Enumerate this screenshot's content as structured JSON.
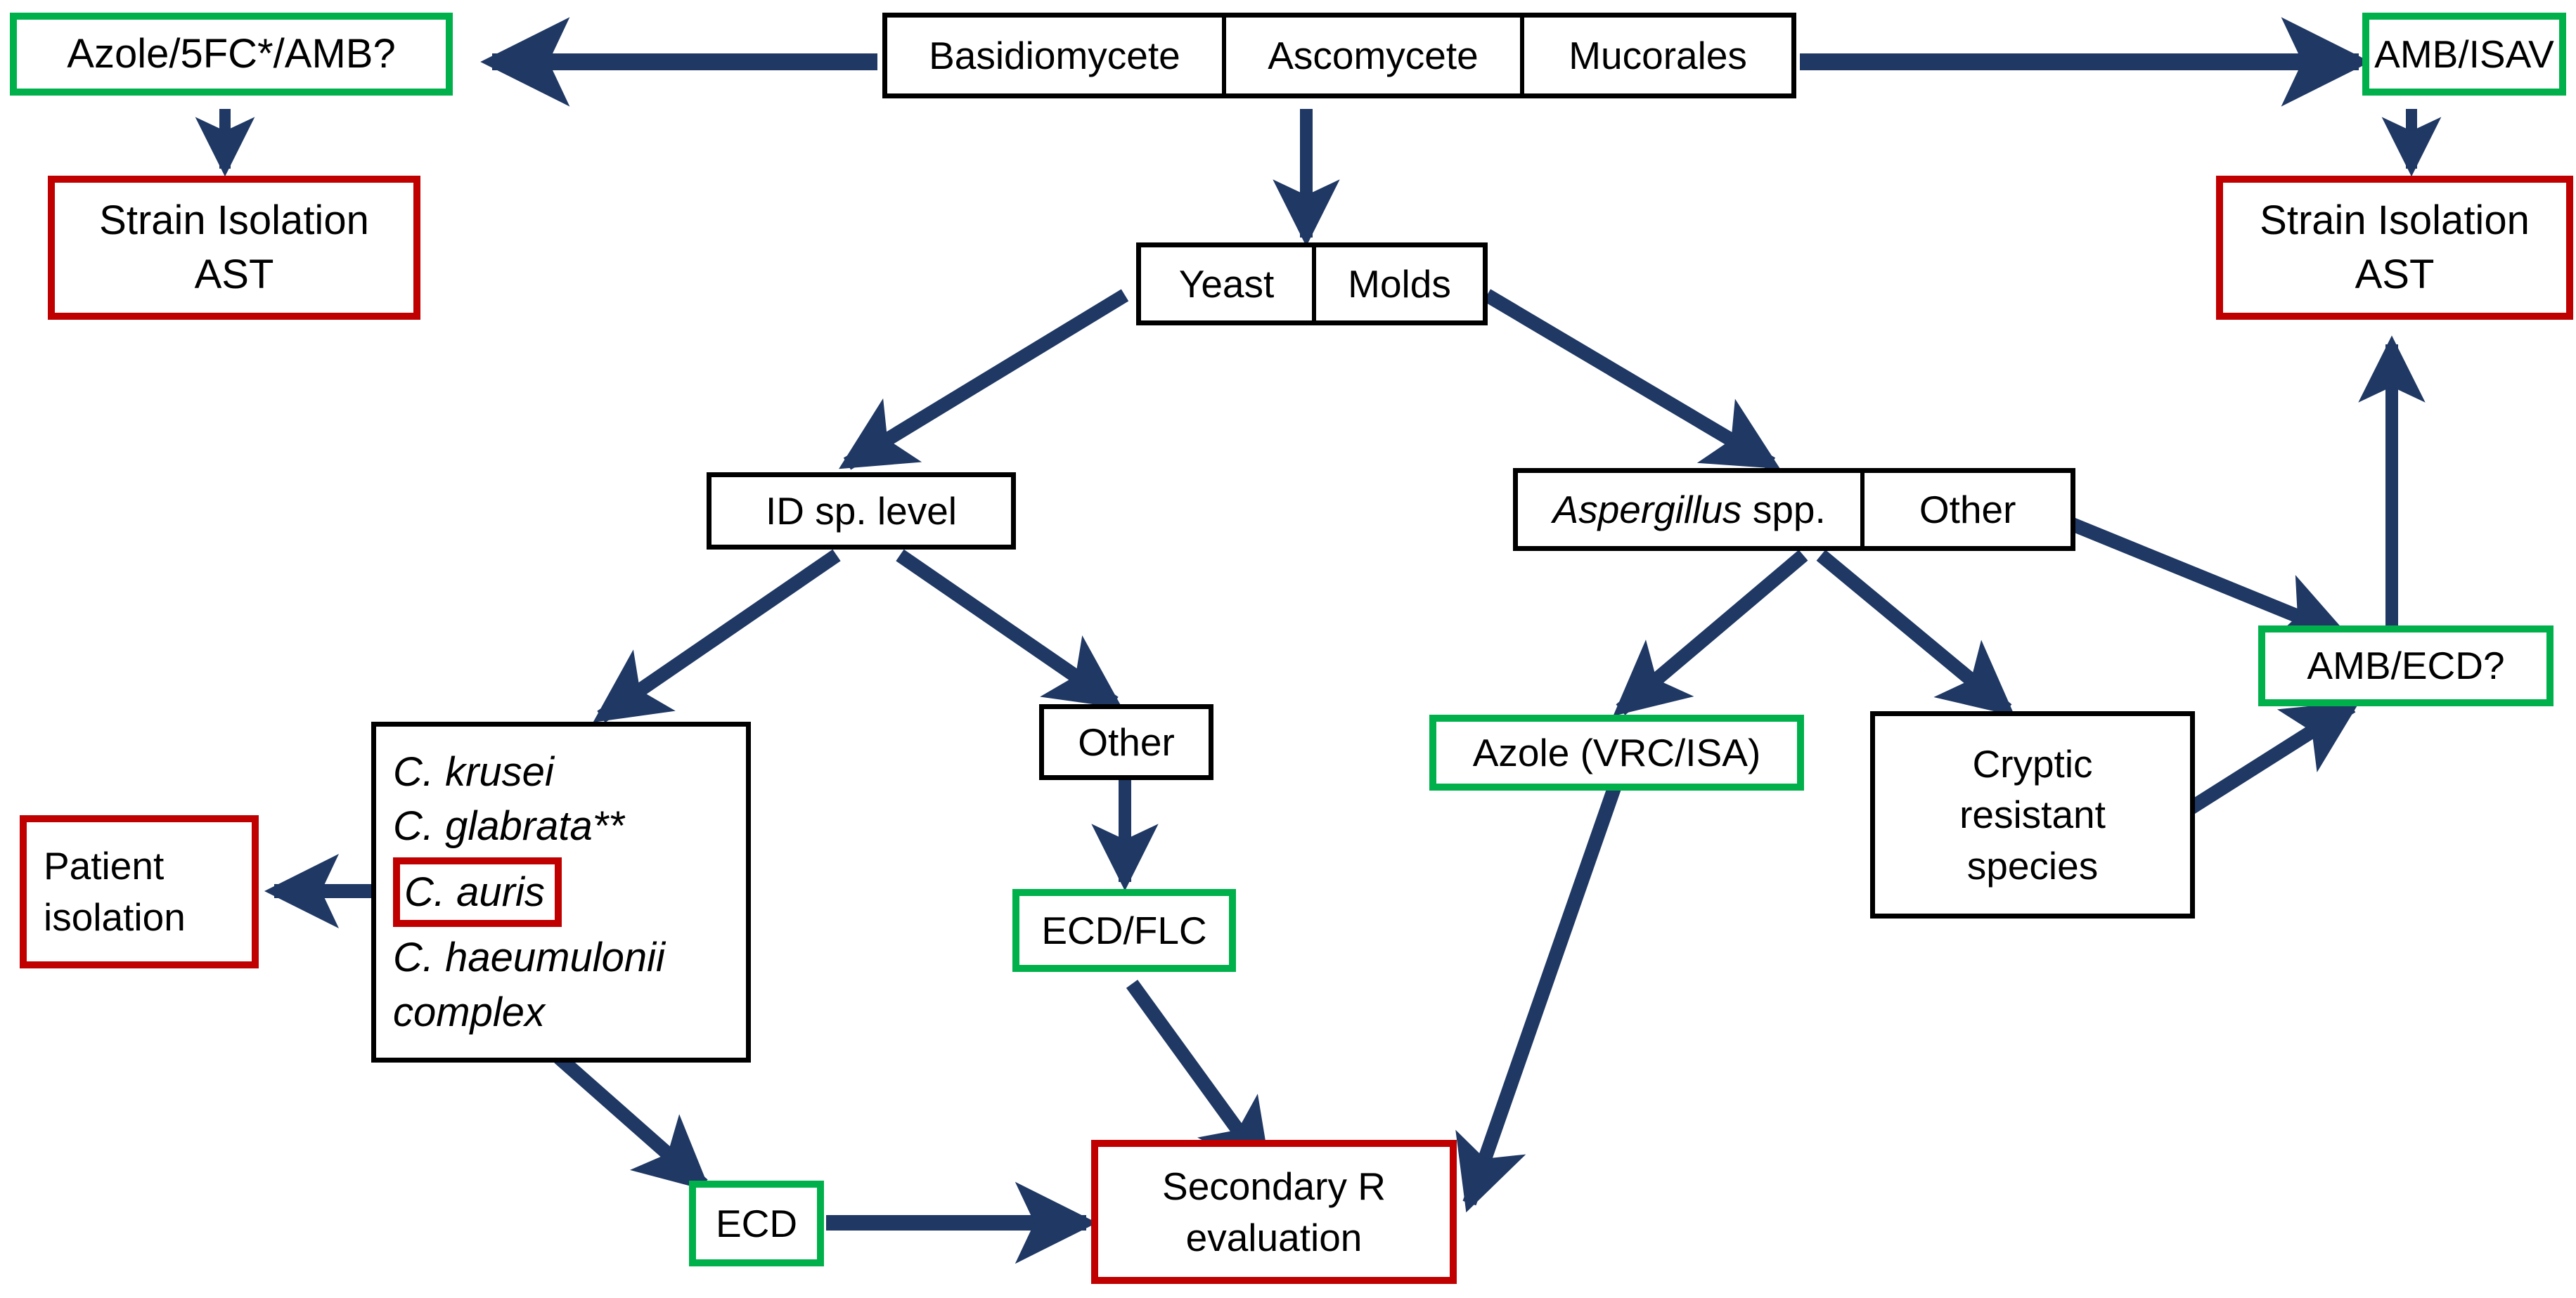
{
  "diagram": {
    "title": "Antifungal susceptibility testing decision flowchart",
    "colors": {
      "accent_green": "#00B14B",
      "accent_red": "#C00000",
      "arrow_navy": "#1F3864",
      "box_black": "#000000"
    }
  },
  "nodes": {
    "azole_5fc_amb": {
      "label": "Azole/5FC*/AMB?"
    },
    "strain_isolation_left": {
      "label": "Strain Isolation\nAST",
      "line1": "Strain Isolation",
      "line2": "AST"
    },
    "phylum_split": {
      "cells": [
        {
          "label": "Basidiomycete"
        },
        {
          "label": "Ascomycete"
        },
        {
          "label": "Mucorales"
        }
      ]
    },
    "amb_isav": {
      "label": "AMB/ISAV"
    },
    "strain_isolation_right": {
      "line1": "Strain Isolation",
      "line2": "AST"
    },
    "yeast_molds": {
      "cells": [
        {
          "label": "Yeast"
        },
        {
          "label": "Molds"
        }
      ]
    },
    "id_sp_level": {
      "label": "ID sp. level"
    },
    "aspergillus_split": {
      "cells": [
        {
          "label": "Aspergillus spp.",
          "italic_part": "Aspergillus",
          "roman_part": " spp."
        },
        {
          "label": "Other"
        }
      ]
    },
    "amb_ecd": {
      "label": "AMB/ECD?"
    },
    "candida_list": {
      "items": [
        {
          "label": "C. krusei",
          "highlight": false
        },
        {
          "label": "C. glabrata**",
          "highlight": false
        },
        {
          "label": "C. auris",
          "highlight": true
        },
        {
          "label": "C. haeumulonii",
          "highlight": false
        },
        {
          "label": "complex",
          "highlight": false
        }
      ]
    },
    "other_yeast": {
      "label": "Other"
    },
    "azole_vrc_isa": {
      "label": "Azole (VRC/ISA)"
    },
    "cryptic_resistant": {
      "line1": "Cryptic",
      "line2": "resistant",
      "line3": "species"
    },
    "patient_isolation": {
      "line1": "Patient",
      "line2": "isolation"
    },
    "ecd_flc": {
      "label": "ECD/FLC"
    },
    "ecd": {
      "label": "ECD"
    },
    "secondary_r": {
      "line1": "Secondary R",
      "line2": "evaluation"
    }
  },
  "edges": [
    {
      "from": "phylum_split.Basidiomycete",
      "to": "azole_5fc_amb"
    },
    {
      "from": "phylum_split.Mucorales",
      "to": "amb_isav"
    },
    {
      "from": "azole_5fc_amb",
      "to": "strain_isolation_left"
    },
    {
      "from": "amb_isav",
      "to": "strain_isolation_right"
    },
    {
      "from": "phylum_split.Ascomycete",
      "to": "yeast_molds"
    },
    {
      "from": "yeast_molds.Yeast",
      "to": "id_sp_level"
    },
    {
      "from": "yeast_molds.Molds",
      "to": "aspergillus_split"
    },
    {
      "from": "id_sp_level",
      "to": "candida_list"
    },
    {
      "from": "id_sp_level",
      "to": "other_yeast"
    },
    {
      "from": "aspergillus_split.Aspergillus",
      "to": "azole_vrc_isa"
    },
    {
      "from": "aspergillus_split.Aspergillus",
      "to": "cryptic_resistant"
    },
    {
      "from": "aspergillus_split.Other",
      "to": "amb_ecd"
    },
    {
      "from": "cryptic_resistant",
      "to": "amb_ecd"
    },
    {
      "from": "amb_ecd",
      "to": "strain_isolation_right"
    },
    {
      "from": "candida_list.C_auris",
      "to": "patient_isolation"
    },
    {
      "from": "candida_list",
      "to": "ecd"
    },
    {
      "from": "other_yeast",
      "to": "ecd_flc"
    },
    {
      "from": "ecd_flc",
      "to": "secondary_r"
    },
    {
      "from": "ecd",
      "to": "secondary_r"
    },
    {
      "from": "azole_vrc_isa",
      "to": "secondary_r"
    }
  ]
}
